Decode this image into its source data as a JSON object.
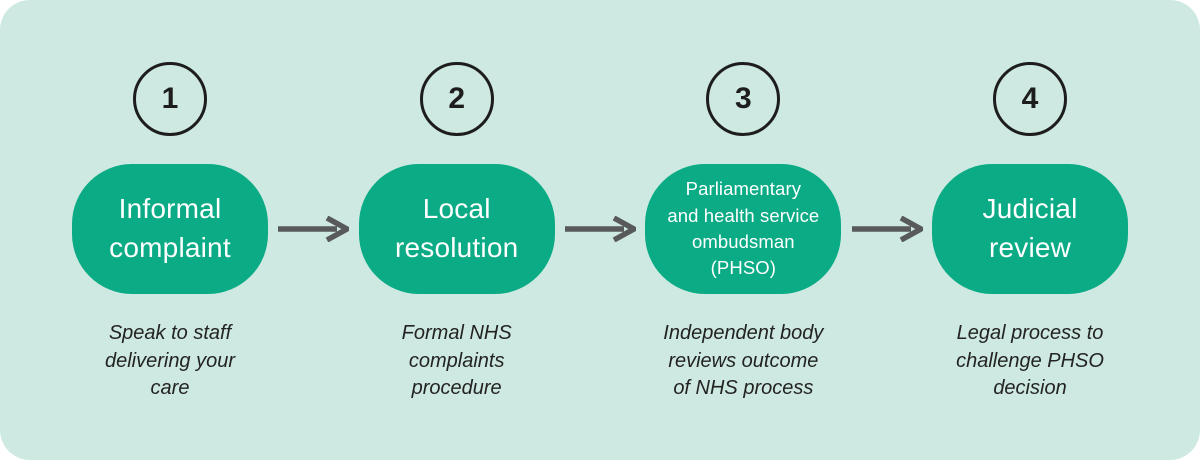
{
  "colors": {
    "page-bg": "#ffffff",
    "panel-bg": "#cee9e1",
    "pill-bg": "#0aab85",
    "pill-text": "#ffffff",
    "arrow": "#58595b",
    "circle-stroke": "#1d1d1d",
    "number-text": "#1d1d1d",
    "caption-text": "#232323"
  },
  "icons": {
    "arrow": "right-arrow-icon"
  },
  "diagram": {
    "steps": [
      {
        "number": "1",
        "title": "Informal complaint",
        "title_lines": [
          "Informal",
          "complaint"
        ],
        "caption": "Speak to staff delivering your care",
        "caption_lines": [
          "Speak to staff",
          "delivering your",
          "care"
        ]
      },
      {
        "number": "2",
        "title": "Local resolution",
        "title_lines": [
          "Local",
          "resolution"
        ],
        "caption": "Formal NHS complaints procedure",
        "caption_lines": [
          "Formal NHS",
          "complaints",
          "procedure"
        ]
      },
      {
        "number": "3",
        "title": "Parliamentary and health service ombudsman (PHSO)",
        "title_lines": [
          "Parliamentary",
          "and health service",
          "ombudsman",
          "(PHSO)"
        ],
        "caption": "Independent body reviews outcome of NHS process",
        "caption_lines": [
          "Independent body",
          "reviews outcome",
          "of NHS process"
        ]
      },
      {
        "number": "4",
        "title": "Judicial review",
        "title_lines": [
          "Judicial",
          "review"
        ],
        "caption": "Legal process to challenge PHSO decision",
        "caption_lines": [
          "Legal process to",
          "challenge PHSO",
          "decision"
        ]
      }
    ]
  }
}
